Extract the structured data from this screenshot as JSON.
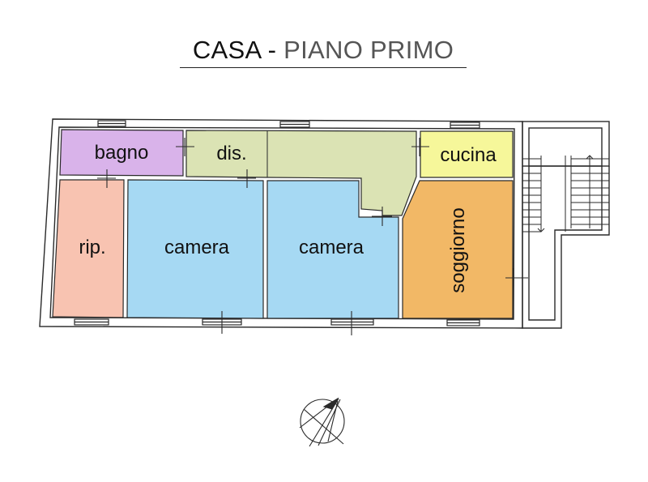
{
  "title": {
    "part1": "CASA - ",
    "part2": "PIANO PRIMO"
  },
  "rooms": {
    "bagno": {
      "label": "bagno",
      "color": "#d9b3ea"
    },
    "dis": {
      "label": "dis.",
      "color": "#dbe3b4"
    },
    "cucina": {
      "label": "cucina",
      "color": "#f6f79a"
    },
    "rip": {
      "label": "rip.",
      "color": "#f8c3b1"
    },
    "camera1": {
      "label": "camera",
      "color": "#a6d9f3"
    },
    "camera2": {
      "label": "camera",
      "color": "#a6d9f3"
    },
    "soggiorno": {
      "label": "soggiorno",
      "color": "#f2b866"
    }
  },
  "colors": {
    "wall": "#2a2a2a"
  },
  "icons": {
    "north_arrow": "compass-north-arrow-icon"
  }
}
